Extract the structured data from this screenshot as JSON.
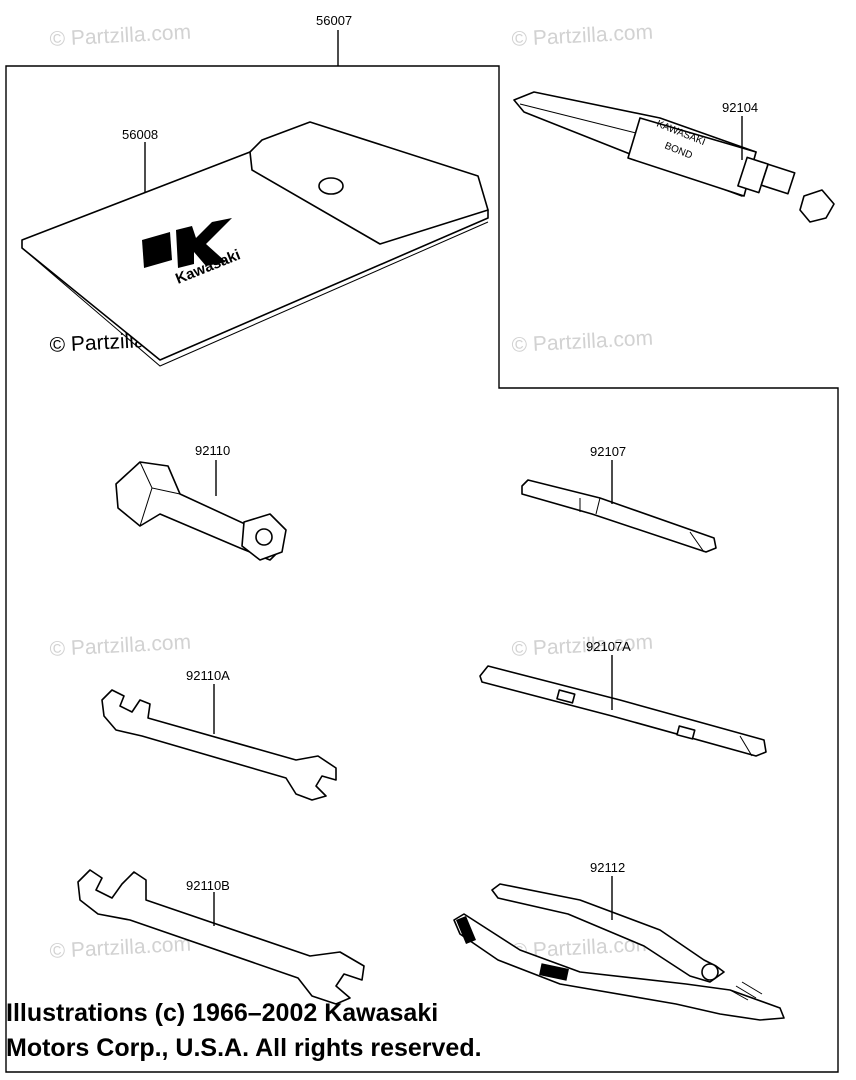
{
  "watermarks": {
    "text": "© Partzilla.com"
  },
  "callouts": {
    "kit": "56007",
    "pouch": "56008",
    "bond": "92104",
    "socket_wrench": "92110",
    "screwdriver": "92107",
    "screwdriver_a": "92107A",
    "wrench_a": "92110A",
    "wrench_b": "92110B",
    "pliers": "92112"
  },
  "pouch_brand": "Kawasaki",
  "tube_label": {
    "line1": "KAWASAKI",
    "line2": "BOND"
  },
  "copyright": {
    "line1": "Illustrations (c) 1966–2002 Kawasaki",
    "line2": "Motors Corp., U.S.A.  All rights reserved."
  }
}
